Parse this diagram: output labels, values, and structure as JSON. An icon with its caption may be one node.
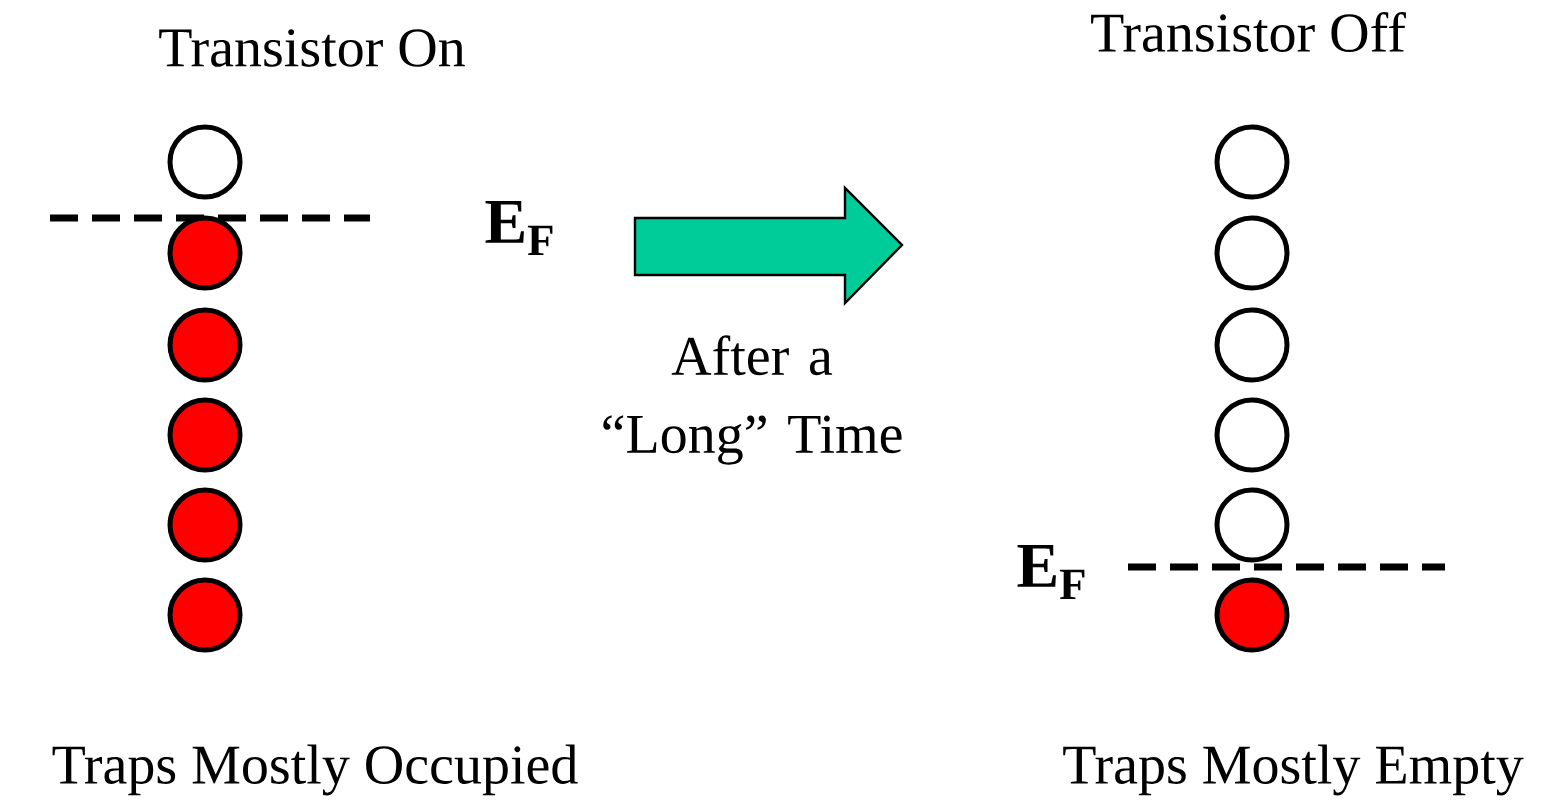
{
  "diagram": {
    "labels": [
      "Transistor On",
      "E$_{F}$",
      "After a “Long” Time",
      "Transistor Off",
      "E$_{F}$",
      "Traps Mostly Occupied",
      "Traps Mostly Empty"
    ]
  }
}
